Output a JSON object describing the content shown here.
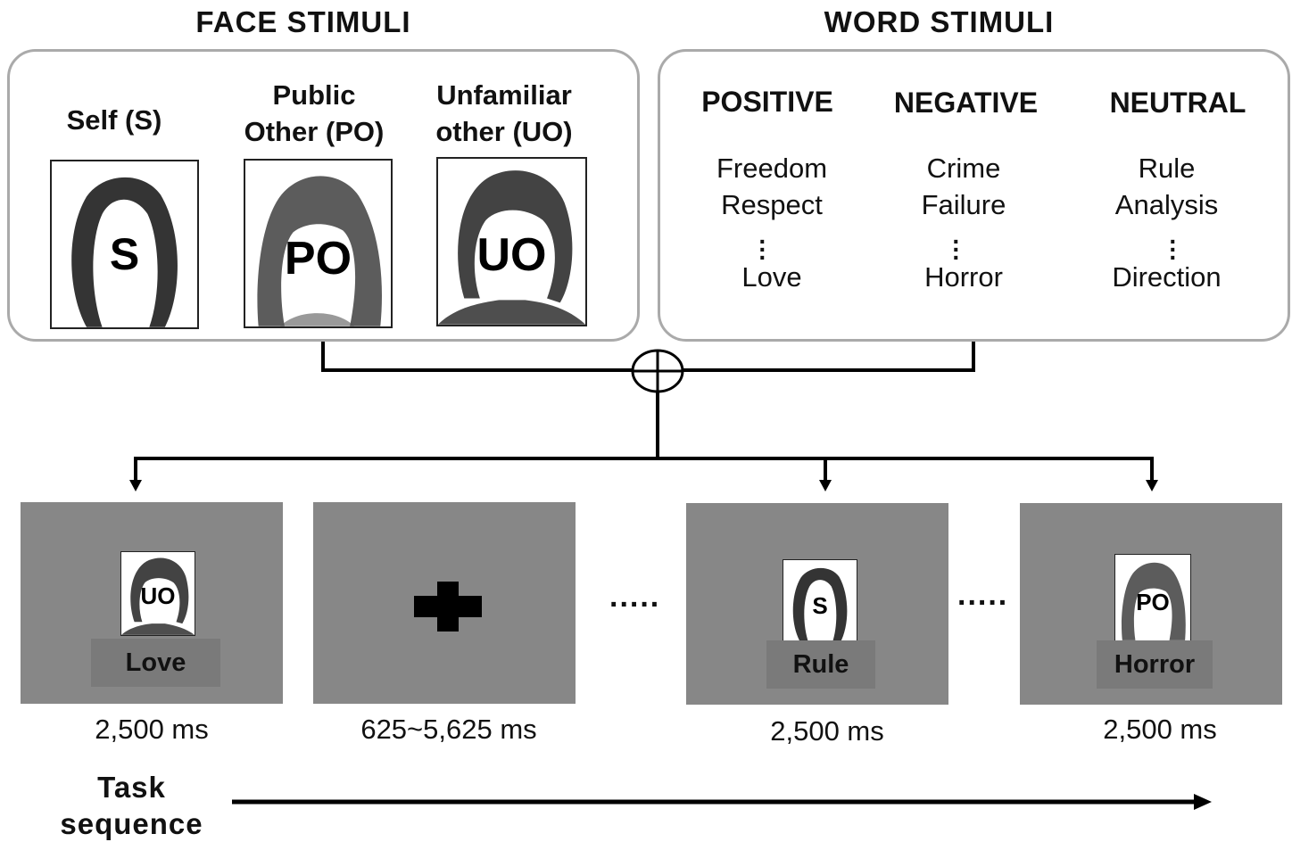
{
  "face_stimuli": {
    "title": "FACE STIMULI",
    "items": [
      {
        "label": "Self (S)",
        "code": "S"
      },
      {
        "label": "Public Other (PO)",
        "code": "PO"
      },
      {
        "label": "Unfamiliar other (UO)",
        "code": "UO"
      }
    ]
  },
  "word_stimuli": {
    "title": "WORD STIMULI",
    "categories": [
      {
        "name": "POSITIVE",
        "words": [
          "Freedom",
          "Respect",
          "Love"
        ]
      },
      {
        "name": "NEGATIVE",
        "words": [
          "Crime",
          "Failure",
          "Horror"
        ]
      },
      {
        "name": "NEUTRAL",
        "words": [
          "Rule",
          "Analysis",
          "Direction"
        ]
      }
    ]
  },
  "sequence": {
    "trials": [
      {
        "face": "UO",
        "word": "Love",
        "duration": "2,500 ms"
      },
      {
        "fixation": "+",
        "duration": "625~5,625 ms"
      },
      {
        "face": "S",
        "word": "Rule",
        "duration": "2,500 ms"
      },
      {
        "face": "PO",
        "word": "Horror",
        "duration": "2,500 ms"
      }
    ],
    "ellipsis": ".....",
    "axis_label_line1": "Task",
    "axis_label_line2": "sequence"
  },
  "colors": {
    "screen_gray": "#878787",
    "panel_border": "#aaaaaa",
    "line": "#000000"
  }
}
